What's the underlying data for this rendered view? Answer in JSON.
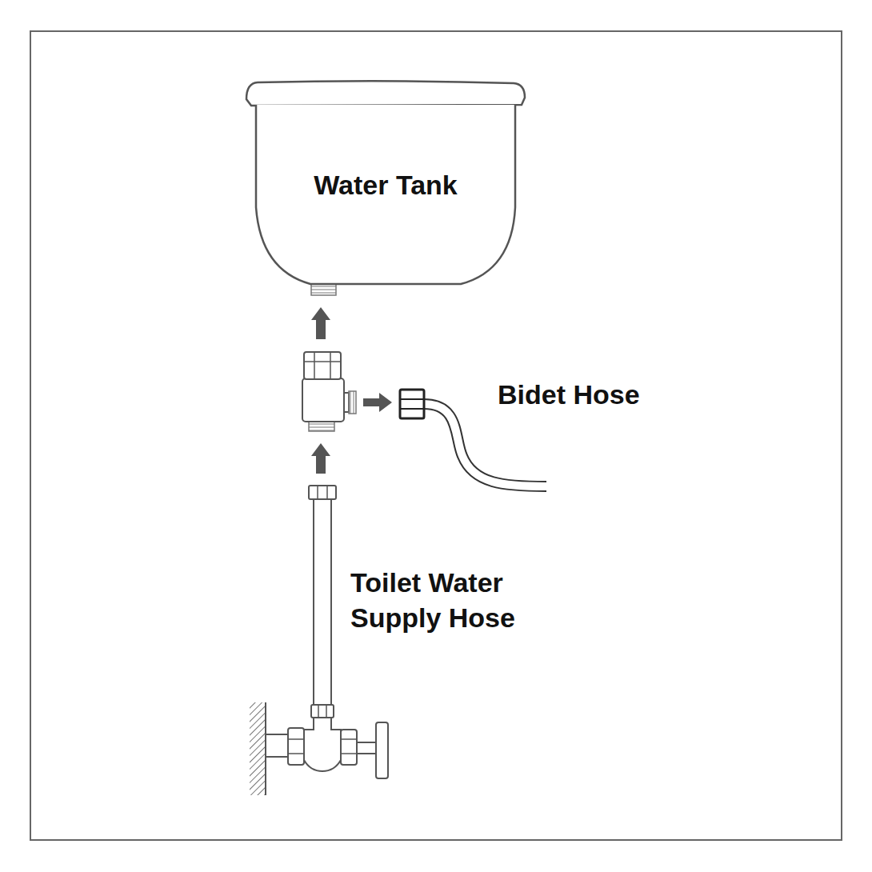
{
  "diagram": {
    "nodes": [
      {
        "text": [
          "Water Tank"
        ]
      }
    ],
    "labels": [
      "Bidet Hose",
      "Toilet Water Supply Hose"
    ]
  }
}
